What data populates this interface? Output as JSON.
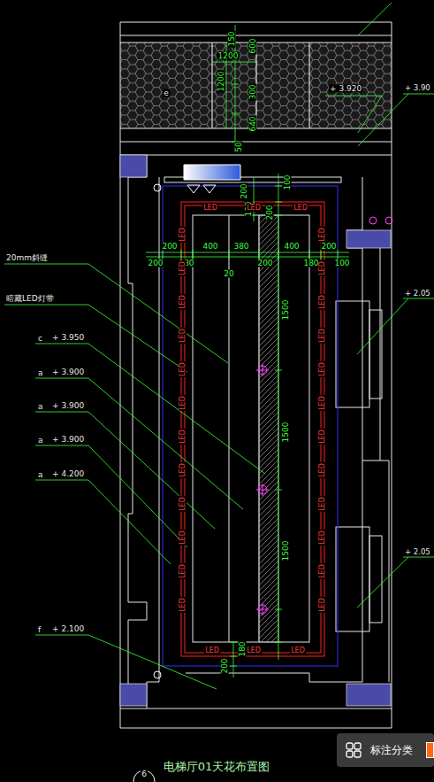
{
  "diagram": {
    "title": "电梯厅01天花布置图",
    "nodes": [
      {
        "text": [
          "标注分类"
        ]
      }
    ],
    "labels": [
      "150",
      "600",
      "1200",
      "1200",
      "300",
      "640",
      "50",
      "e",
      "+ 3.920",
      "+ 3.90",
      "+ 2.05",
      "+ 2.05",
      "20mm斜缝",
      "暗藏LED灯带",
      "c",
      "+ 3.950",
      "a",
      "+ 3.900",
      "a",
      "+ 3.900",
      "a",
      "+ 3.900",
      "a",
      "+ 4.200",
      "f",
      "+ 2.100",
      "200",
      "100",
      "100",
      "200",
      "200",
      "400",
      "380",
      "400",
      "200",
      "200",
      "180",
      "200",
      "180",
      "100",
      "20",
      "1500",
      "1500",
      "1500",
      "180",
      "200",
      "6",
      "LED",
      "LED",
      "LED",
      "LED",
      "LED",
      "LED",
      "LED",
      "LED",
      "LED",
      "LED",
      "LED",
      "LED",
      "LED",
      "LED",
      "LED",
      "LED",
      "LED",
      "LED",
      "LED",
      "LED",
      "LED",
      "LED",
      "LED",
      "LED",
      "LED",
      "LED",
      "LED",
      "LED",
      "LED",
      "LED"
    ]
  }
}
